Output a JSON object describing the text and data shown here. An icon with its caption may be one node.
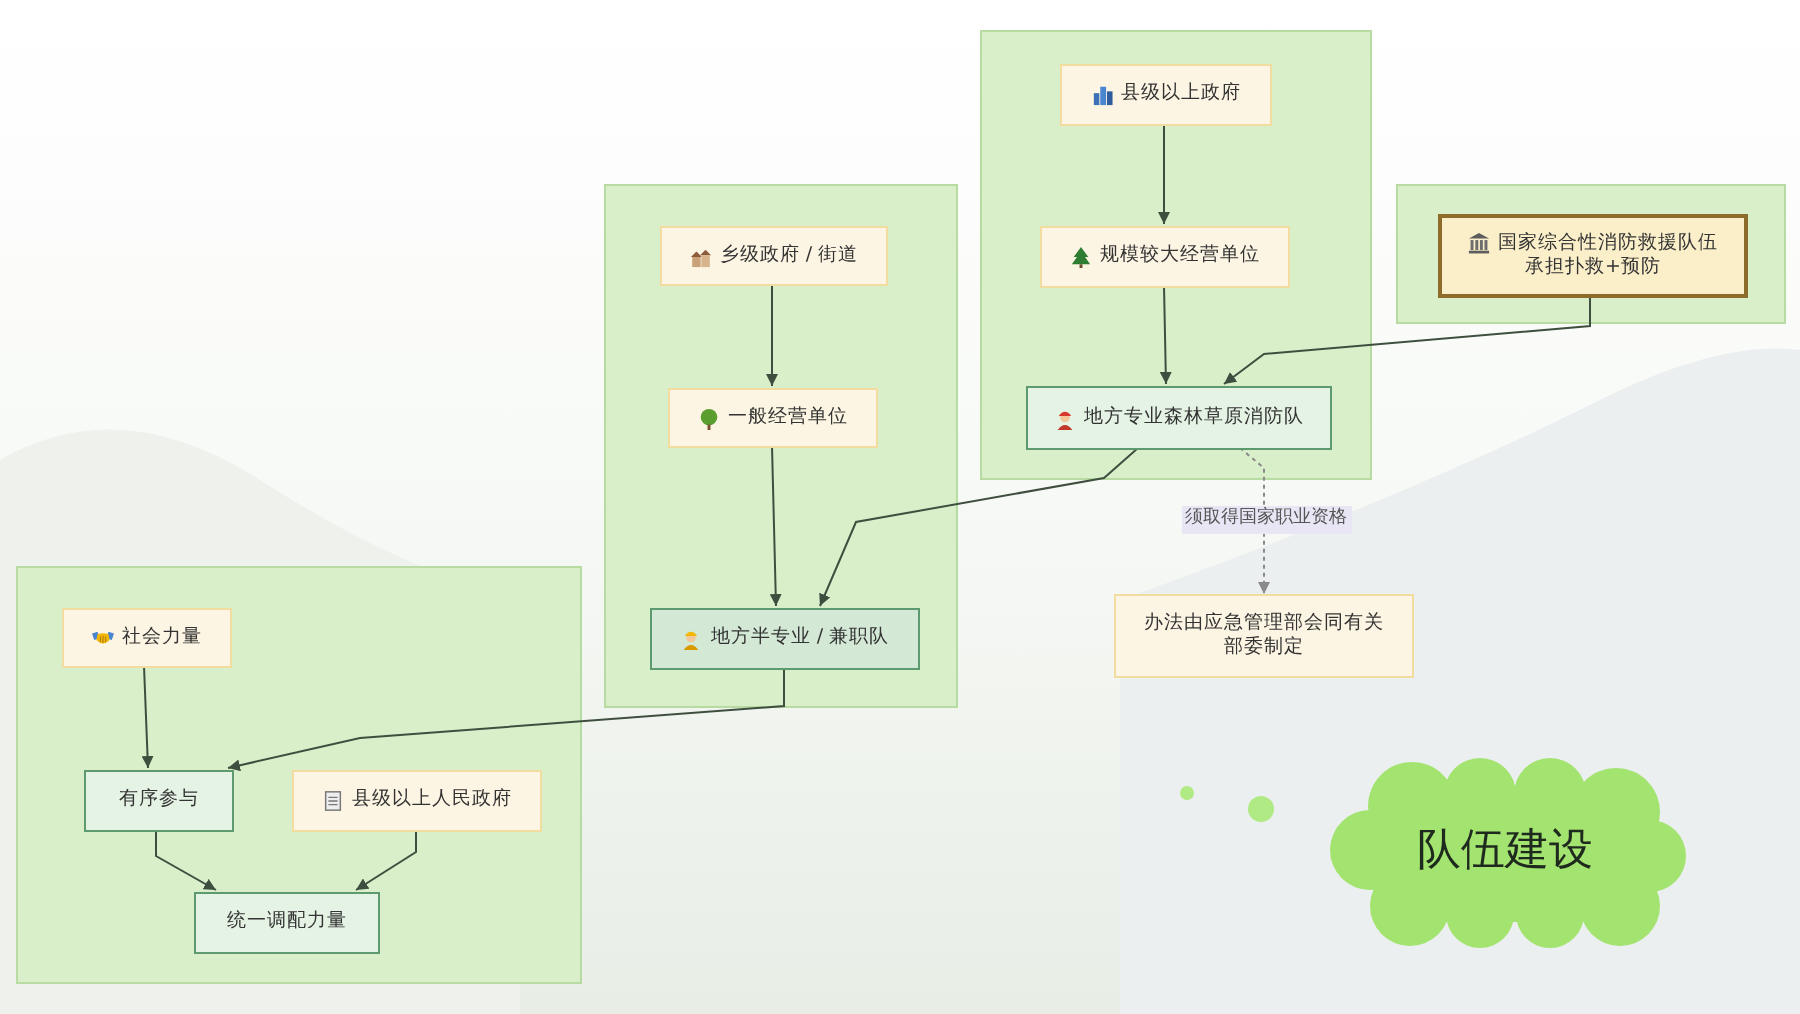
{
  "diagram": {
    "nodes": [
      {
        "text": [],
        "shape": "box"
      },
      {
        "text": [
          "县级以上政府"
        ],
        "in": 0
      },
      {
        "text": [
          "规模较大经营单位"
        ],
        "in": 0
      },
      {
        "text": [
          "地方专业森林草原消防队"
        ],
        "in": 0
      },
      {
        "text": [],
        "shape": "box"
      },
      {
        "text": [
          "国家综合性消防救援队伍",
          "承担扑救+预防"
        ],
        "in": 4
      },
      {
        "text": [],
        "shape": "box"
      },
      {
        "text": [
          "乡级政府 / 街道"
        ],
        "in": 6
      },
      {
        "text": [
          "一般经营单位"
        ],
        "in": 6
      },
      {
        "text": [
          "地方半专业 / 兼职队"
        ],
        "in": 6
      },
      {
        "text": [],
        "shape": "box"
      },
      {
        "text": [
          "社会力量"
        ],
        "in": 10
      },
      {
        "text": [
          "有序参与"
        ],
        "in": 10
      },
      {
        "text": [
          "县级以上人民政府"
        ],
        "in": 10
      },
      {
        "text": [
          "统一调配力量"
        ],
        "in": 10
      },
      {
        "text": [
          "办法由应急管理部会同有关部委制定"
        ]
      },
      {
        "text": [
          "队伍建设"
        ]
      }
    ],
    "edges": [
      {
        "from": 1,
        "to": 2,
        "arrow": "to"
      },
      {
        "from": 2,
        "to": 3,
        "arrow": "to"
      },
      {
        "from": 5,
        "to": 3,
        "arrow": "to"
      },
      {
        "from": 7,
        "to": 8,
        "arrow": "to"
      },
      {
        "from": 8,
        "to": 9,
        "arrow": "to"
      },
      {
        "from": 3,
        "to": 9,
        "arrow": "to"
      },
      {
        "from": 3,
        "to": 15,
        "arrow": "to",
        "label": "须取得国家职业资格",
        "style": "dashed",
        "color": "#8a8a8a"
      },
      {
        "from": 9,
        "to": 12,
        "arrow": "to"
      },
      {
        "from": 11,
        "to": 12,
        "arrow": "to"
      },
      {
        "from": 12,
        "to": 14,
        "arrow": "to"
      },
      {
        "from": 13,
        "to": 14,
        "arrow": "to"
      }
    ]
  }
}
